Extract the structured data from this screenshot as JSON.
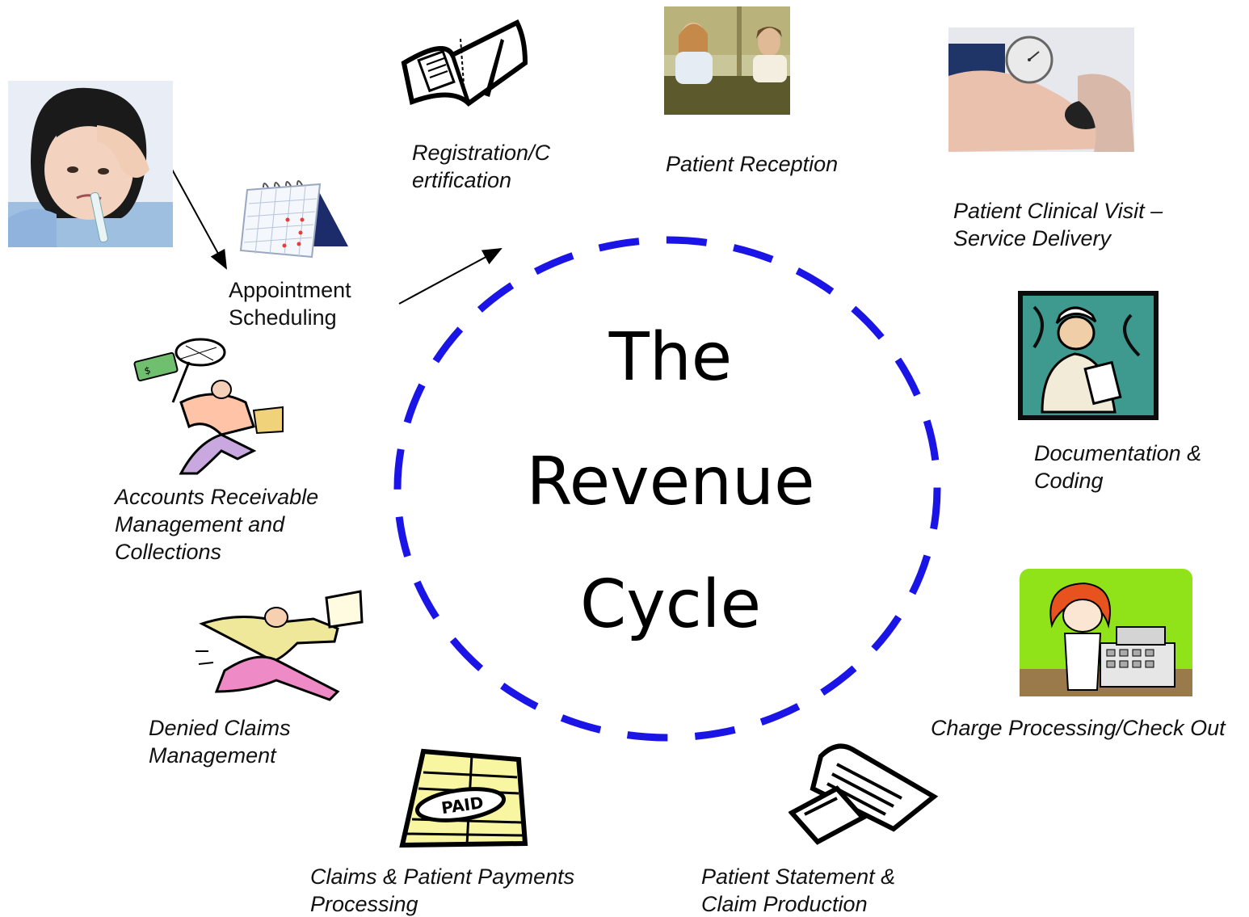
{
  "center": {
    "line1": "The",
    "line2": "Revenue",
    "line3": "Cycle",
    "circle_color": "#1a14e6"
  },
  "steps": [
    {
      "id": "sick-child",
      "icon": "sick-child-photo"
    },
    {
      "id": "appointment",
      "icon": "calendar-icon",
      "line1": "Appointment",
      "line2": "Scheduling"
    },
    {
      "id": "registration",
      "icon": "notebook-pen-icon",
      "line1": "Registration/C",
      "line2": "ertification"
    },
    {
      "id": "reception",
      "icon": "reception-desk-photo",
      "line1": "Patient Reception"
    },
    {
      "id": "clinical",
      "icon": "blood-pressure-photo",
      "line1": "Patient Clinical Visit –",
      "line2": "Service Delivery"
    },
    {
      "id": "documentation",
      "icon": "clipboard-doctor-icon",
      "line1": "Documentation &",
      "line2": "Coding"
    },
    {
      "id": "charge",
      "icon": "cash-register-icon",
      "line1": "Charge Processing/Check Out"
    },
    {
      "id": "statement",
      "icon": "statement-paper-icon",
      "line1": "Patient Statement &",
      "line2": "Claim Production"
    },
    {
      "id": "payments",
      "icon": "paid-stamp-icon",
      "line1": "Claims & Patient Payments",
      "line2": "Processing"
    },
    {
      "id": "denied",
      "icon": "running-man-paper-icon",
      "line1": "Denied Claims",
      "line2": "Management"
    },
    {
      "id": "ar",
      "icon": "money-net-chaser-icon",
      "line1": "Accounts Receivable",
      "line2": "Management and",
      "line3": "Collections"
    }
  ]
}
